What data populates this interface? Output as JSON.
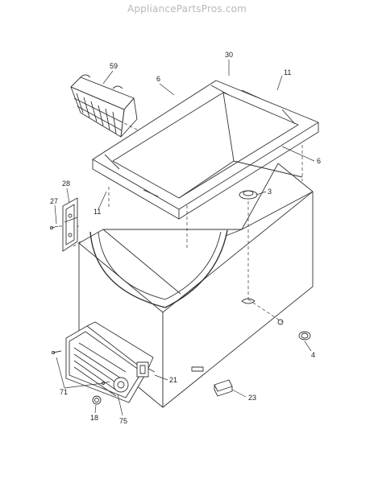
{
  "watermark": "AppliancePartsPros.com",
  "callouts": {
    "c59": "59",
    "c6a": "6",
    "c30": "30",
    "c11a": "11",
    "c6b": "6",
    "c28": "28",
    "c27": "27",
    "c11b": "11",
    "c3": "3",
    "c4": "4",
    "c21": "21",
    "c71": "71",
    "c18": "18",
    "c75": "75",
    "c23": "23"
  }
}
